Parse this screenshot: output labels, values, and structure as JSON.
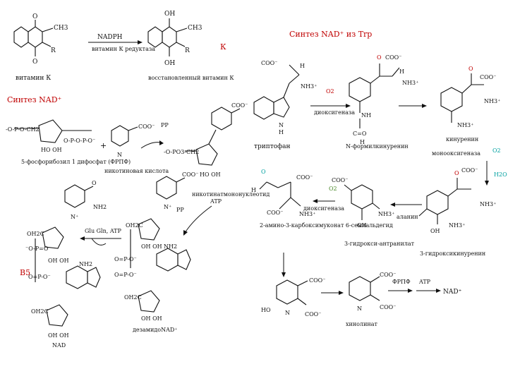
{
  "titles": {
    "k_cycle_letter": "К",
    "nad_from_trp": "Синтез NAD⁺ из Trp",
    "nad_synthesis": "Синтез NAD⁺"
  },
  "vitamin_k": {
    "left_compound": "витамин К",
    "right_compound": "восстановленный витамин К",
    "cofactor": "NADPH",
    "enzyme": "витамин К редуктаза",
    "ch3": "CH3",
    "r": "R",
    "oh": "OH",
    "o": "O"
  },
  "left_panel": {
    "prpp": "5-фосфорибозил 1 дифосфат (ФРПФ)",
    "niacin_label": "никотиновая кислота",
    "transferase": "никотинатмононуклеотид",
    "b5": "B5",
    "desamido": "дезамидоNAD⁺",
    "nad": "NAD",
    "atp": "ATP",
    "pp": "PP",
    "gln_atp": "Glu  Gln, ATP",
    "nh2": "NH2",
    "coo": "COO⁻",
    "n_plus": "N⁺"
  },
  "trp_pathway": {
    "tryptophan": "триптофан",
    "dioxygenase": "диоксигеназа",
    "formylkynurenine": "N-формилкинуренин",
    "kynurenine": "кинуренин",
    "monooxygenase": "монооксигеназа",
    "hydroxykynurenine": "3-гидроксикинуренин",
    "alanine": "аланин",
    "hydroxyanthranilate": "3-гидрокси-антранилат",
    "dioxygenase2": "диоксигеназа",
    "semialdehyde": "2-амино-3-карбоксимуконат 6-семиальдегид",
    "quinolinate": "хинолинат",
    "prpp_short": "ФРПФ",
    "atp": "ATP",
    "nad_plus": "NAD⁺",
    "o2": "O2",
    "coo": "COO⁻",
    "nh3": "NH3⁺",
    "h": "H",
    "n": "N",
    "o": "O",
    "oh": "OH",
    "ho": "HO",
    "h2o": "H2O"
  }
}
